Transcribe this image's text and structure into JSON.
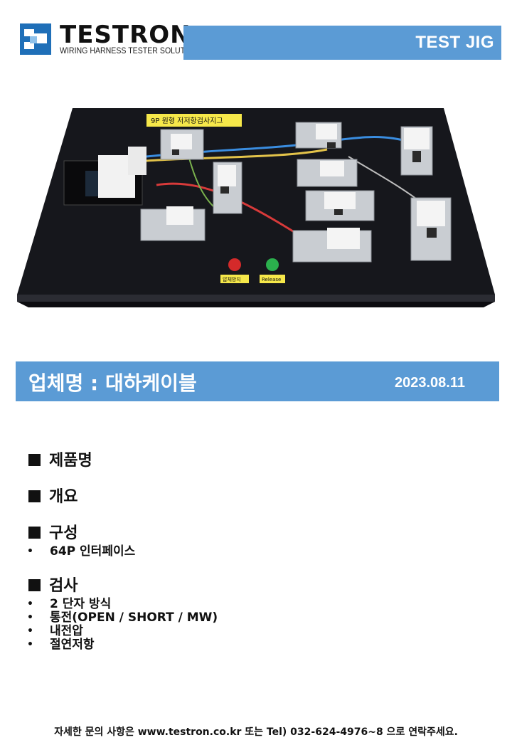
{
  "header": {
    "brand_name": "TESTRON",
    "brand_sub": "WIRING HARNESS TESTER SOLUTIONS",
    "banner": "TEST JIG"
  },
  "photo": {
    "jig_label": "9P 원형 저저항검사지그",
    "button_left_label": "압체방지",
    "button_right_label": "Release"
  },
  "company": {
    "name": "업체명 : 대하케이블",
    "date": "2023.08.11"
  },
  "sections": [
    {
      "title": "제품명",
      "items": []
    },
    {
      "title": "개요",
      "items": []
    },
    {
      "title": "구성",
      "items": [
        "64P 인터페이스"
      ]
    },
    {
      "title": "검사",
      "items": [
        "2 단자 방식",
        "통전(OPEN / SHORT / MW)",
        "내전압",
        "절연저항"
      ]
    }
  ],
  "footer": "자세한 문의 사항은 www.testron.co.kr 또는 Tel) 032-624-4976~8 으로 연락주세요."
}
